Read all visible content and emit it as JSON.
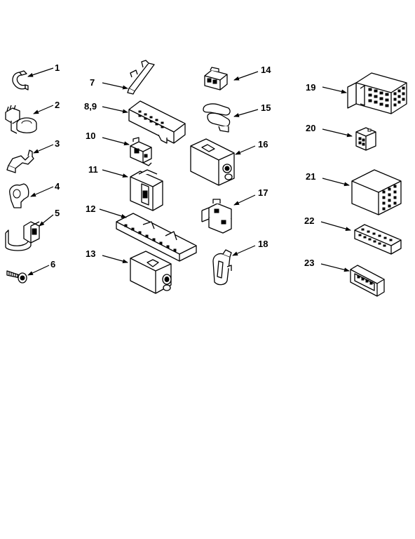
{
  "diagram": {
    "callouts": [
      {
        "id": "p1",
        "number": "1"
      },
      {
        "id": "p2",
        "number": "2"
      },
      {
        "id": "p3",
        "number": "3"
      },
      {
        "id": "p4",
        "number": "4"
      },
      {
        "id": "p5",
        "number": "5"
      },
      {
        "id": "p6",
        "number": "6"
      },
      {
        "id": "p7",
        "number": "7"
      },
      {
        "id": "p89",
        "number": "8,9"
      },
      {
        "id": "p10",
        "number": "10"
      },
      {
        "id": "p11",
        "number": "11"
      },
      {
        "id": "p12",
        "number": "12"
      },
      {
        "id": "p13",
        "number": "13"
      },
      {
        "id": "p14",
        "number": "14"
      },
      {
        "id": "p15",
        "number": "15"
      },
      {
        "id": "p16",
        "number": "16"
      },
      {
        "id": "p17",
        "number": "17"
      },
      {
        "id": "p18",
        "number": "18"
      },
      {
        "id": "p19",
        "number": "19"
      },
      {
        "id": "p20",
        "number": "20"
      },
      {
        "id": "p21",
        "number": "21"
      },
      {
        "id": "p22",
        "number": "22"
      },
      {
        "id": "p23",
        "number": "23"
      }
    ]
  }
}
